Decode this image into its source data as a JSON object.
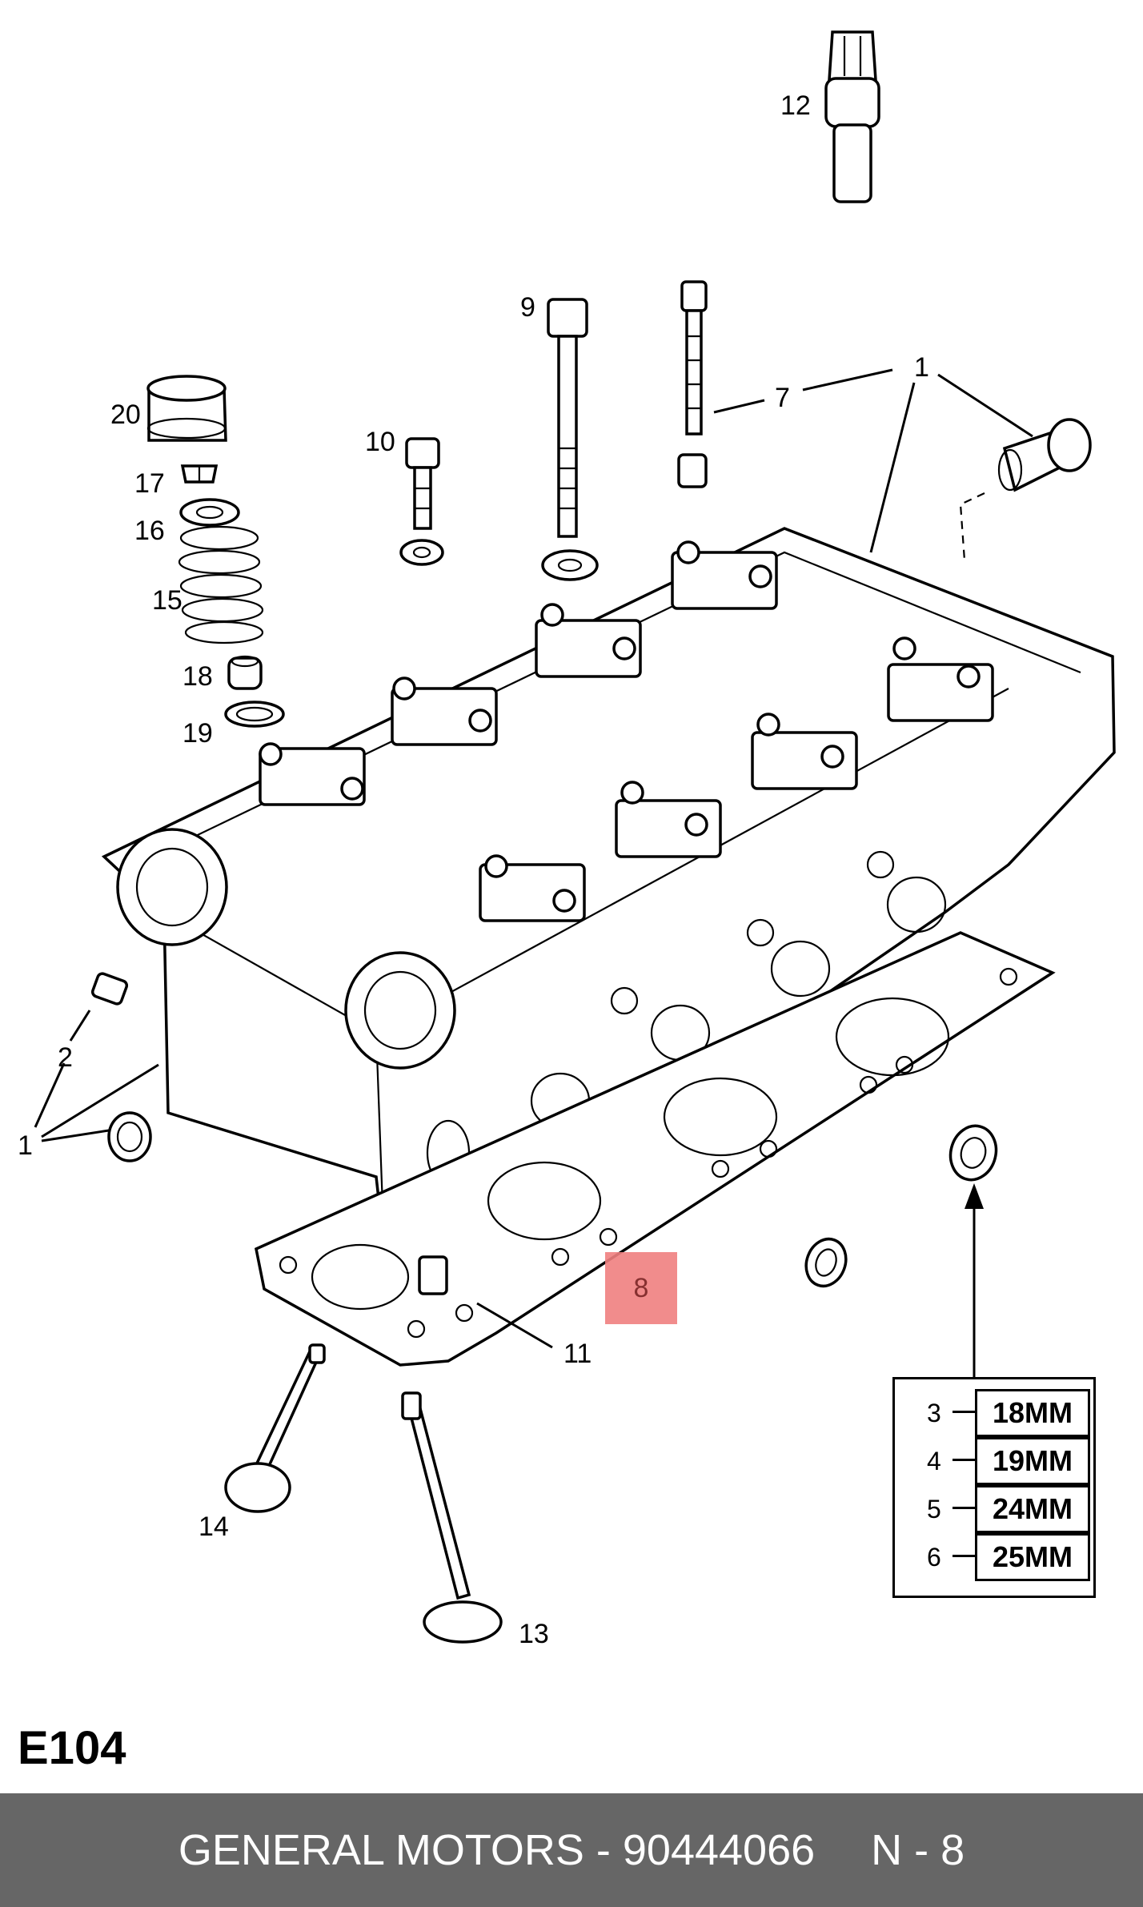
{
  "diagram": {
    "callouts": {
      "c1a": "1",
      "c1b": "1",
      "c2": "2",
      "c7": "7",
      "c9": "9",
      "c10": "10",
      "c11": "11",
      "c12": "12",
      "c13": "13",
      "c14": "14",
      "c15": "15",
      "c16": "16",
      "c17": "17",
      "c18": "18",
      "c19": "19",
      "c20": "20"
    },
    "hotspot_label": "8",
    "size_table": [
      {
        "index": "3",
        "size": "18MM"
      },
      {
        "index": "4",
        "size": "19MM"
      },
      {
        "index": "5",
        "size": "24MM"
      },
      {
        "index": "6",
        "size": "25MM"
      }
    ]
  },
  "page_code": "E104",
  "footer": {
    "text": "GENERAL MOTORS - 90444066",
    "page": "N - 8"
  }
}
